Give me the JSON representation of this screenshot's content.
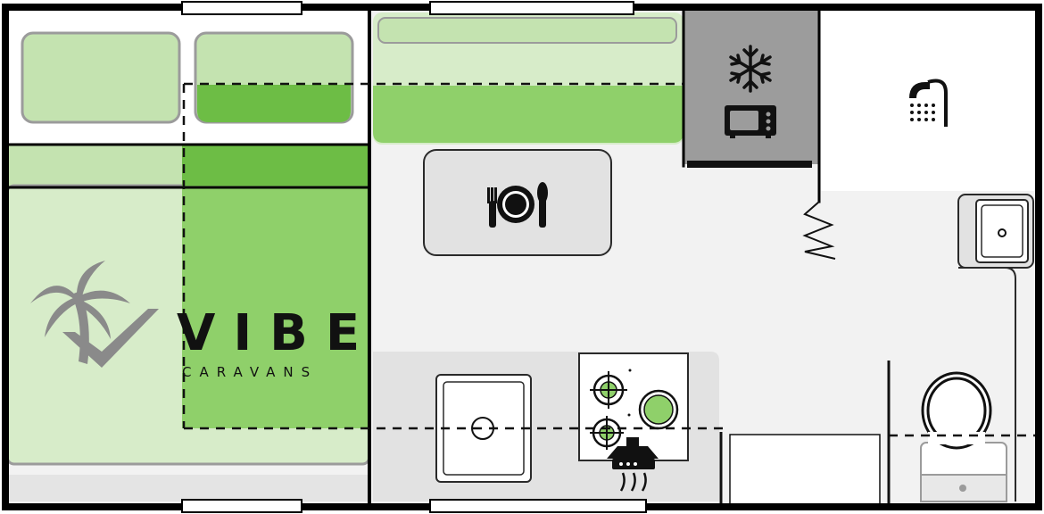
{
  "brand": {
    "name": "VIBE",
    "subtitle": "CARAVANS"
  },
  "colors": {
    "outer_wall": "#000000",
    "bed_light": "#d7ecc9",
    "bed_pillow": "#c4e3b0",
    "bed_mid": "#a3d88a",
    "bed_dark": "#6dbd45",
    "accent_green": "#8fd06a",
    "floor": "#f2f2f2",
    "table": "#e2e2e2",
    "appliance_gray": "#9c9c9c",
    "logo_gray": "#8a8a8a"
  },
  "icons": {
    "table": "dining-plate-icon",
    "fridge": "snowflake-icon",
    "microwave": "microwave-icon",
    "shower": "shower-icon",
    "cooktop": "gas-burner-icon",
    "rangehood": "rangehood-icon",
    "logo": "palm-tree-logo"
  }
}
